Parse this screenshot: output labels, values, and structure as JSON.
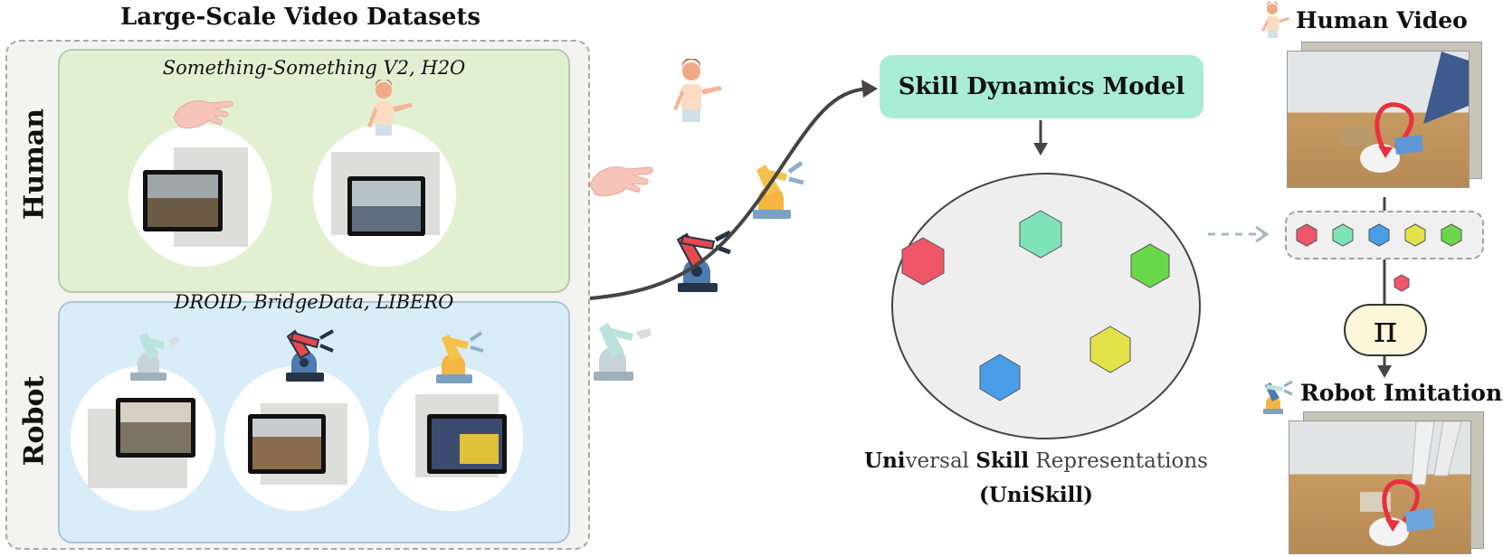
{
  "title": "Large-Scale Video Datasets",
  "side_labels": {
    "human": "Human",
    "robot": "Robot"
  },
  "human_datasets": "Something-Something V2, H2O",
  "robot_datasets": "DROID, BridgeData, LIBERO",
  "skill_dynamics_model": "Skill Dynamics Model",
  "representation": {
    "part1_bold": "Uni",
    "part2": "versal ",
    "part3_bold": "Skill",
    "part4": " Representations",
    "short": "(UniSkill)"
  },
  "right": {
    "human_video": "Human Video",
    "robot_imitation": "Robot Imitation",
    "policy_symbol": "π"
  },
  "skill_colors": [
    "#f0566a",
    "#7fe3b8",
    "#4a9ee8",
    "#e4e24a",
    "#6ad84a"
  ],
  "icons": [
    "hand-icon",
    "human-icon",
    "robot-arm-icon"
  ]
}
